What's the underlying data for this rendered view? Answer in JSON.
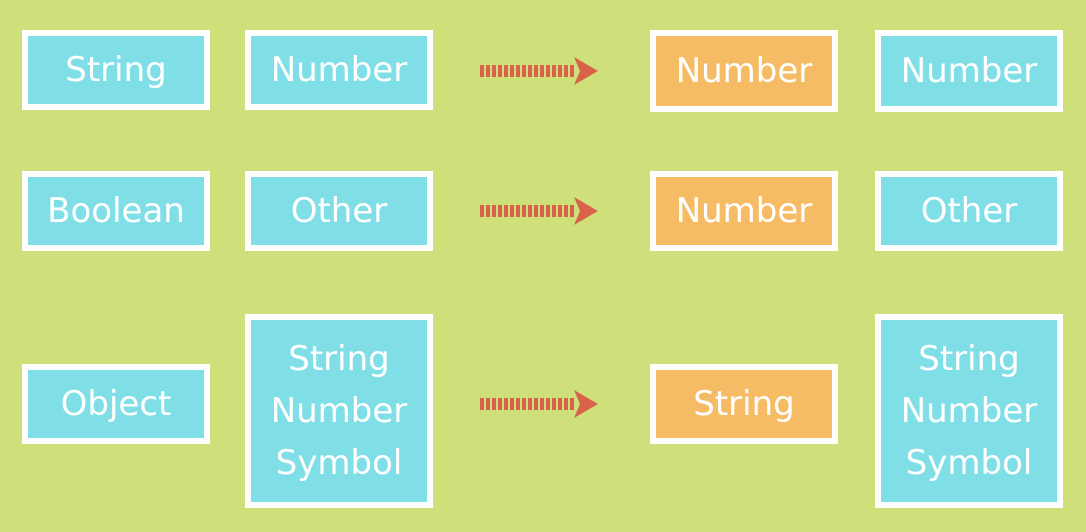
{
  "colors": {
    "background": "#cfe07a",
    "cyan_box": "#80dfe6",
    "orange_box": "#f5bc65",
    "border": "#ffffff",
    "arrow": "#d8634a"
  },
  "rows": [
    {
      "left_a": "String",
      "left_b": "Number",
      "right_a": "Number",
      "right_b": "Number"
    },
    {
      "left_a": "Boolean",
      "left_b": "Other",
      "right_a": "Number",
      "right_b": "Other"
    },
    {
      "left_a": "Object",
      "left_b": [
        "String",
        "Number",
        "Symbol"
      ],
      "right_a": "String",
      "right_b": [
        "String",
        "Number",
        "Symbol"
      ]
    }
  ]
}
